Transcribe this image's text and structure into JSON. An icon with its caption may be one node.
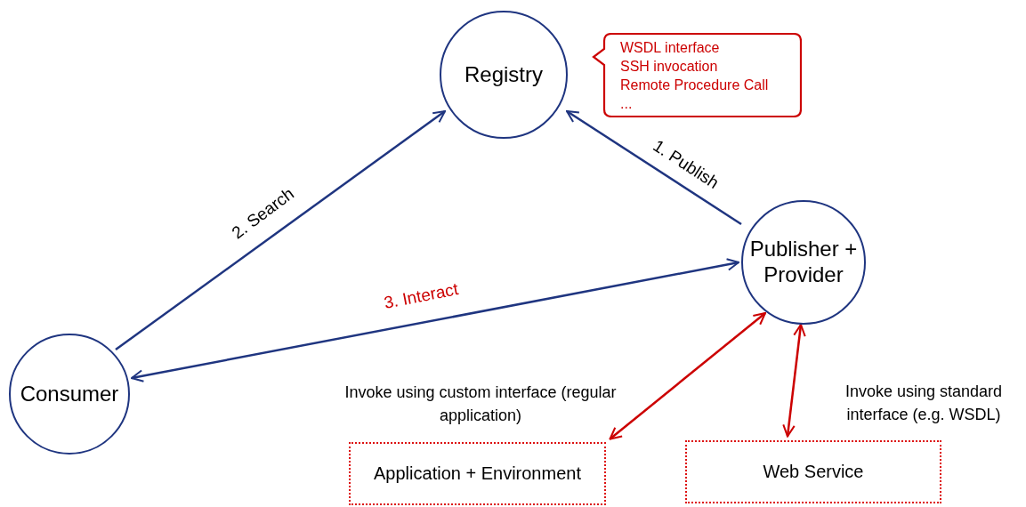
{
  "diagram": {
    "nodes": [
      {
        "text": [
          "Registry"
        ]
      },
      {
        "text": [
          "WSDL interface",
          "SSH invocation",
          "Remote Procedure Call",
          "..."
        ]
      },
      {
        "text": [
          "Publisher + Provider"
        ]
      },
      {
        "text": [
          "Consumer"
        ]
      },
      {
        "text": [
          "Application + Environment"
        ],
        "beside": [
          "Invoke using custom interface (regular application)"
        ]
      },
      {
        "text": [
          "Web Service"
        ],
        "beside": [
          "Invoke using standard interface (e.g. WSDL)"
        ]
      }
    ],
    "edges": [
      {
        "from": 2,
        "to": 0,
        "arrow": "to",
        "label": "1. Publish"
      },
      {
        "from": 3,
        "to": 0,
        "arrow": "to",
        "label": "2. Search"
      },
      {
        "from": 3,
        "to": 2,
        "arrow": "both",
        "label": "3. Interact"
      },
      {
        "from": 2,
        "to": 4,
        "arrow": "both",
        "color": "#cc0000"
      },
      {
        "from": 2,
        "to": 5,
        "arrow": "both",
        "color": "#cc0000"
      }
    ]
  }
}
